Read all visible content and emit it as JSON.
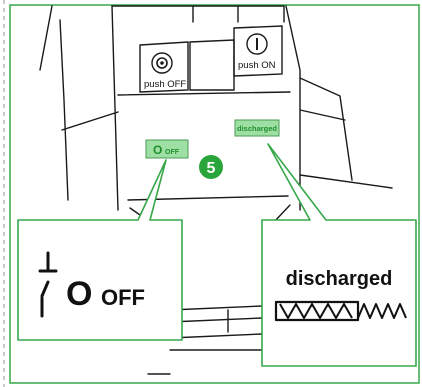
{
  "buttons": {
    "push_off": "push OFF",
    "push_on": "push ON",
    "push_off_symbol": "◎",
    "push_on_symbol": "I"
  },
  "indicators": {
    "main_symbol": "O",
    "main_text": "OFF",
    "spring_text": "discharged"
  },
  "step_badge": "5",
  "callout_left": {
    "symbol": "O",
    "text": "OFF"
  },
  "callout_right": {
    "text": "discharged"
  },
  "colors": {
    "frame_green": "#36a84a",
    "indicator_green": "#9ee0a3",
    "indicator_text": "#1f8e2e",
    "badge_green": "#2aa53b",
    "line": "#1a1a1a",
    "text_dark": "#111111"
  },
  "icons": {
    "breaker_symbol": "switch-open-icon",
    "spring": "spring-discharged-icon"
  }
}
